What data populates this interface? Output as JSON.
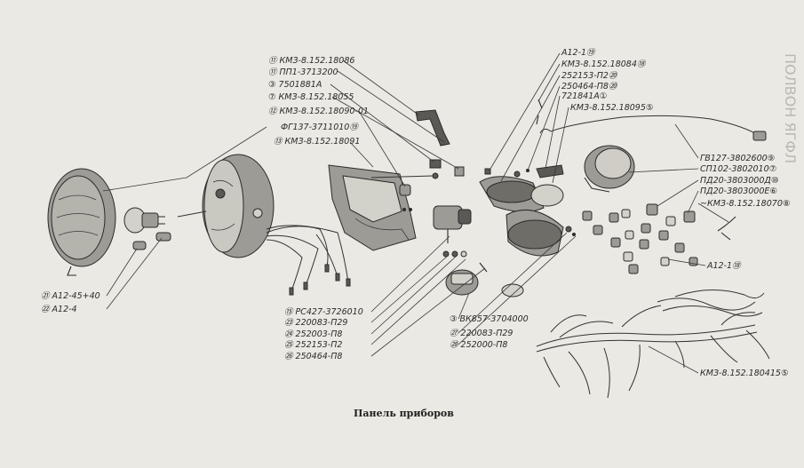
{
  "caption": "Панель приборов",
  "side_text": "ПОЛВОН ЯГФЛ",
  "labels": {
    "l01": "⑪ КМЗ-8.152.18086",
    "l02": "⑪ ПП1-3713200",
    "l03": "③ 7501881А",
    "l04": "⑦ КМЗ-8.152.18055",
    "l05": "⑫ КМЗ-8.152.18090-01",
    "l06": "ФГ137-3711010⑲",
    "l07": "⑬ КМЗ-8.152.18091",
    "l08": "А12-1⑲",
    "l09": "КМЗ-8.152.18084⑱",
    "l10": "252153-П2⑳",
    "l11": "250464-П8⑳",
    "l12": "721841А①",
    "l13": "КМЗ-8.152.18095⑤",
    "l14": "ГВ127-3802600⑨",
    "l15": "СП102-3802010⑦",
    "l16": "ПД20-3803000Д⑩",
    "l17": "ПД20-3803000Е⑥",
    "l18": "~КМЗ-8.152.18070⑧",
    "l19": "А12-1⑱",
    "l20": "㉑ А12-45+40",
    "l21": "㉒ А12-4",
    "l22": "⑮ РС427-3726010",
    "l23": "㉓ 220083-П29",
    "l24": "㉔ 252003-П8",
    "l25": "㉕ 252153-П2",
    "l26": "㉖ 250464-П8",
    "l27": "③ ВК857-3704000",
    "l28": "㉗ 220083-П29",
    "l29": "㉘ 252000-П8",
    "l30": "КМЗ-8.152.180415⑤"
  }
}
